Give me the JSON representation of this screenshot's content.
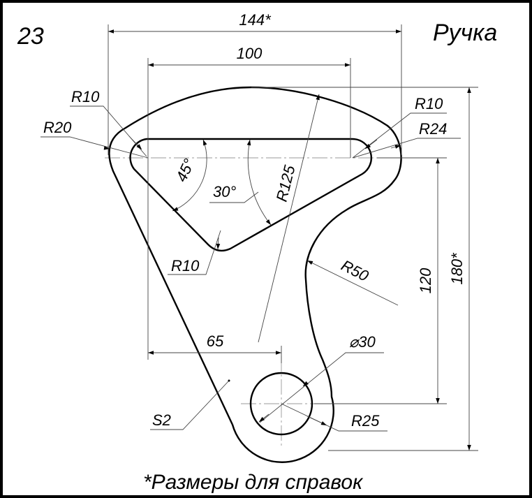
{
  "sheet": {
    "number": "23",
    "title": "Ручка",
    "note": "*Размеры для справок"
  },
  "dimensions": {
    "width_total": "144*",
    "width_inner": "100",
    "offset_65": "65",
    "height_120": "120",
    "height_total": "180*",
    "r10_left": "R10",
    "r20": "R20",
    "r10_right": "R10",
    "r24": "R24",
    "angle_45": "45°",
    "angle_30": "30°",
    "r125": "R125",
    "r10_bottom": "R10",
    "r50": "R50",
    "diameter_30": "⌀30",
    "r25": "R25",
    "thickness": "S2"
  }
}
